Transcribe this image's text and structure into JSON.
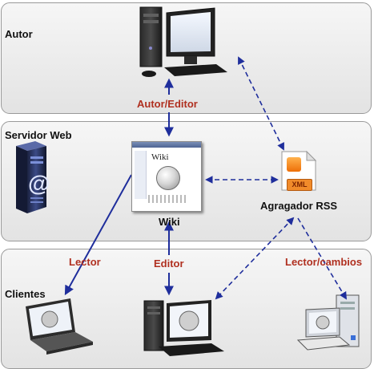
{
  "sections": {
    "autor": "Autor",
    "servidor": "Servidor Web",
    "clientes": "Clientes"
  },
  "labels": {
    "autor_editor": "Autor/Editor",
    "wiki": "Wiki",
    "agregador": "Agragador RSS",
    "lector": "Lector",
    "editor": "Editor",
    "lector_cambios": "Lector/cambios",
    "wiki_screen_title": "Wiki",
    "xml_badge": "XML"
  },
  "colors": {
    "label_red": "#b03020",
    "solid_arrow": "#1f2e9c",
    "dashed_arrow": "#1f2e9c"
  },
  "icons": [
    "desktop-computer-icon",
    "server-tower-icon",
    "wiki-page-icon",
    "rss-xml-icon",
    "laptop-icon",
    "client-desktop-icon",
    "client-workstation-icon"
  ]
}
